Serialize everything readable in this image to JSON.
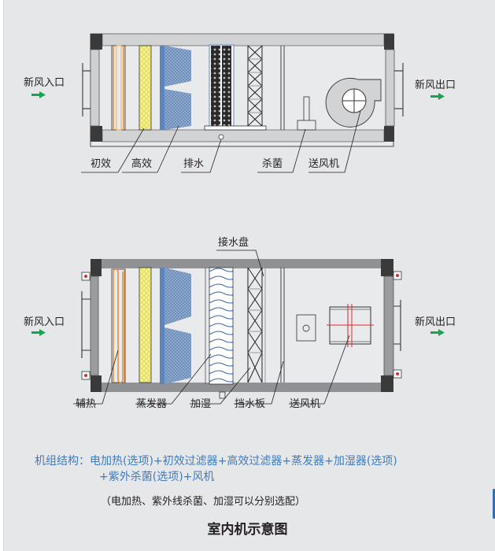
{
  "diagram_top": {
    "inlet_label": "新风入口",
    "outlet_label": "新风出口",
    "components": [
      {
        "label": "初效"
      },
      {
        "label": "高效"
      },
      {
        "label": "排水"
      },
      {
        "label": "杀菌"
      },
      {
        "label": "送风机"
      }
    ]
  },
  "diagram_bottom": {
    "inlet_label": "新风入口",
    "outlet_label": "新风出口",
    "top_callout": "接水盘",
    "components": [
      {
        "label": "辅热"
      },
      {
        "label": "蒸发器"
      },
      {
        "label": "加湿"
      },
      {
        "label": "挡水板"
      },
      {
        "label": "送风机"
      }
    ]
  },
  "structure": {
    "prefix": "机组结构：",
    "line1": "电加热(选项)+初效过滤器+高效过滤器+蒸发器+加湿器(选项)",
    "line2": "+紫外杀菌(选项)+风机",
    "note": "（电加热、紫外线杀菌、加湿可以分别选配）"
  },
  "title": "室内机示意图",
  "colors": {
    "background": "#e6e7e9",
    "text_blue": "#3d7bbf",
    "arrow_green": "#1aa350",
    "heater_orange": "#e8842c",
    "filter_yellow": "#f2ee8a",
    "evaporator_blue": "#5b86bd",
    "frame_dark": "#3a3a3a",
    "frame_gray": "#8f9194"
  }
}
